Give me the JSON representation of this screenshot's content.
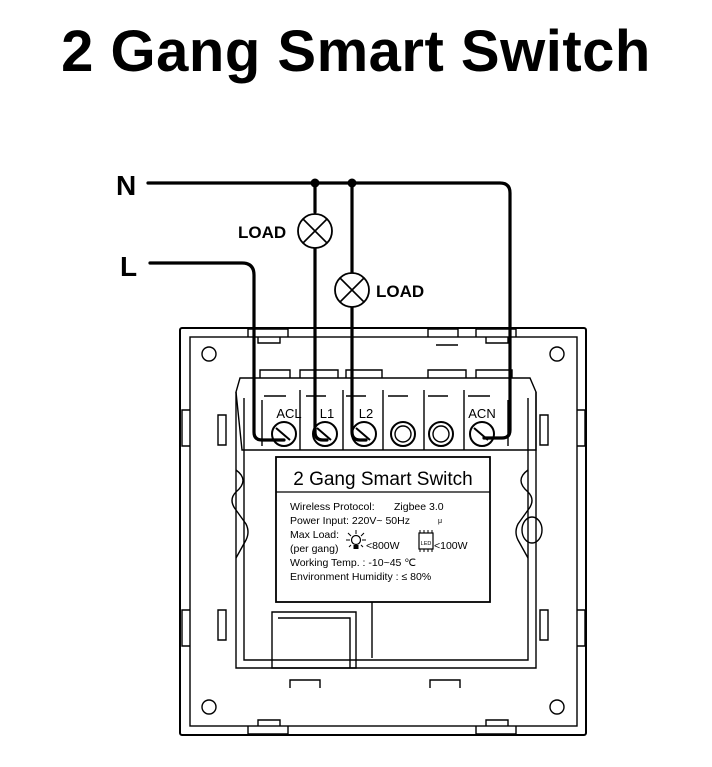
{
  "title": "2 Gang Smart Switch",
  "wires": {
    "neutral_label": "N",
    "live_label": "L",
    "load1_label": "LOAD",
    "load2_label": "LOAD"
  },
  "terminals": [
    "ACL",
    "L1",
    "L2",
    "ACN"
  ],
  "label_plate": {
    "heading": "2 Gang Smart Switch",
    "protocol_label": "Wireless Protocol:",
    "protocol_value": "Zigbee 3.0",
    "power_input": "Power Input: 220V~ 50Hz",
    "power_mark": "μ",
    "max_load_label": "Max Load:",
    "per_gang": "(per gang)",
    "bulb_load": "<800W",
    "led_load": "<100W",
    "led_icon_text": "LED",
    "working_temp": "Working Temp. :  -10~45 ℃",
    "humidity": "Environment Humidity : ≤ 80%"
  },
  "icons": [
    "lamp-load-icon",
    "bulb-icon",
    "led-icon"
  ]
}
